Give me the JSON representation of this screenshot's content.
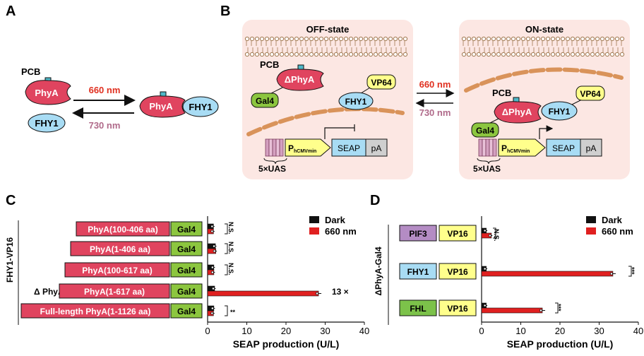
{
  "panels": {
    "A": "A",
    "B": "B",
    "C": "C",
    "D": "D"
  },
  "colors": {
    "phya": "#e0445f",
    "fhy1": "#a8dcf4",
    "gal4": "#8cc63f",
    "vp": "#ffff8c",
    "pif3": "#b48cc4",
    "fhl": "#7cc24a",
    "dark": "#111111",
    "red": "#e02020",
    "bg": "#fce7e3",
    "membrane": "#c9a27a",
    "nucleus": "#d9935a",
    "seap": "#a8dcf4",
    "pa": "#cfcfcf",
    "uas": "#d4a0c0",
    "promoter": "#ffff8c",
    "arrow_red": "#e03020",
    "arrow_gray": "#b06a8a"
  },
  "panelA": {
    "pcb": "PCB",
    "phya": "PhyA",
    "fhy1": "FHY1",
    "fwd": "660 nm",
    "rev": "730 nm"
  },
  "panelB": {
    "off_title": "OFF-state",
    "on_title": "ON-state",
    "pcb": "PCB",
    "dphya": "ΔPhyA",
    "gal4": "Gal4",
    "fhy1": "FHY1",
    "vp64": "VP64",
    "fwd": "660 nm",
    "rev": "730 nm",
    "p_main": "P",
    "p_sub": "hCMVmin",
    "seap": "SEAP",
    "pa": "pA",
    "uas": "5×UAS"
  },
  "panelC": {
    "side_label": "FHY1-VP16",
    "dphya_label": "Δ PhyA",
    "gal4": "Gal4",
    "constructs": [
      "PhyA(100-406 aa)",
      "PhyA(1-406 aa)",
      "PhyA(100-617 aa)",
      "PhyA(1-617 aa)",
      "Full-length PhyA(1-1126 aa)"
    ],
    "sig": [
      "N.S.",
      "N.S.",
      "N.S.",
      "13 ×",
      "**"
    ]
  },
  "panelD": {
    "side_label": "ΔPhyA-Gal4",
    "vp16": "VP16",
    "partners": [
      "PIF3",
      "FHY1",
      "FHL"
    ],
    "sig": [
      "N.S.",
      "***",
      "***"
    ]
  },
  "chart_data": [
    {
      "type": "bar",
      "orientation": "horizontal",
      "categories": [
        "PhyA(100-406 aa)",
        "PhyA(1-406 aa)",
        "PhyA(100-617 aa)",
        "PhyA(1-617 aa)",
        "Full-length PhyA(1-1126 aa)"
      ],
      "series": [
        {
          "name": "Dark",
          "values": [
            1.5,
            2.0,
            1.6,
            1.8,
            1.6
          ]
        },
        {
          "name": "660 nm",
          "values": [
            1.5,
            2.1,
            1.6,
            28.3,
            1.5
          ]
        }
      ],
      "xlabel": "SEAP production (U/L)",
      "xlim": [
        0,
        40
      ],
      "xticks": [
        "0",
        "10",
        "20",
        "30",
        "40"
      ],
      "legend": "top-right"
    },
    {
      "type": "bar",
      "orientation": "horizontal",
      "categories": [
        "PIF3",
        "FHY1",
        "FHL"
      ],
      "series": [
        {
          "name": "Dark",
          "values": [
            1.2,
            1.2,
            1.2
          ]
        },
        {
          "name": "660 nm",
          "values": [
            2.5,
            33.5,
            15.5
          ]
        }
      ],
      "xlabel": "SEAP production (U/L)",
      "xlim": [
        0,
        40
      ],
      "xticks": [
        "0",
        "10",
        "20",
        "30",
        "40"
      ],
      "legend": "top-right"
    }
  ]
}
